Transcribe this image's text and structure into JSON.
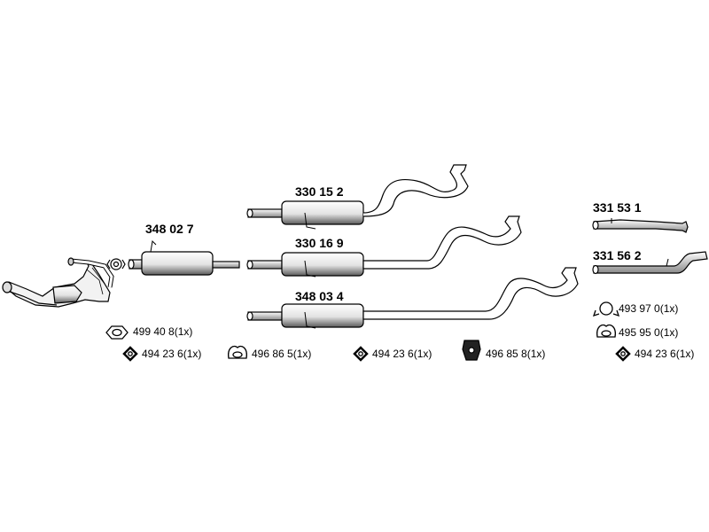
{
  "diagram": {
    "main_parts": [
      {
        "id": "p1",
        "number": "348 02 7"
      },
      {
        "id": "p2",
        "number": "330 15 2"
      },
      {
        "id": "p3",
        "number": "330 16 9"
      },
      {
        "id": "p4",
        "number": "348 03 4"
      },
      {
        "id": "p5",
        "number": "331 53 1"
      },
      {
        "id": "p6",
        "number": "331 56 2"
      }
    ],
    "accessories": [
      {
        "id": "a1",
        "text": "499 40 8(1x)",
        "icon": "gasket-icon"
      },
      {
        "id": "a2",
        "text": "494 23 6(1x)",
        "icon": "clamp-icon"
      },
      {
        "id": "a3",
        "text": "496 86 5(1x)",
        "icon": "rubber-ring-icon"
      },
      {
        "id": "a4",
        "text": "494 23 6(1x)",
        "icon": "clamp-icon"
      },
      {
        "id": "a5",
        "text": "496 85 8(1x)",
        "icon": "rubber-mount-icon"
      },
      {
        "id": "a6",
        "text": "493 97 0(1x)",
        "icon": "ring-clamp-icon"
      },
      {
        "id": "a7",
        "text": "495 95 0(1x)",
        "icon": "rubber-ring-icon"
      },
      {
        "id": "a8",
        "text": "494 23 6(1x)",
        "icon": "clamp-icon"
      }
    ]
  }
}
